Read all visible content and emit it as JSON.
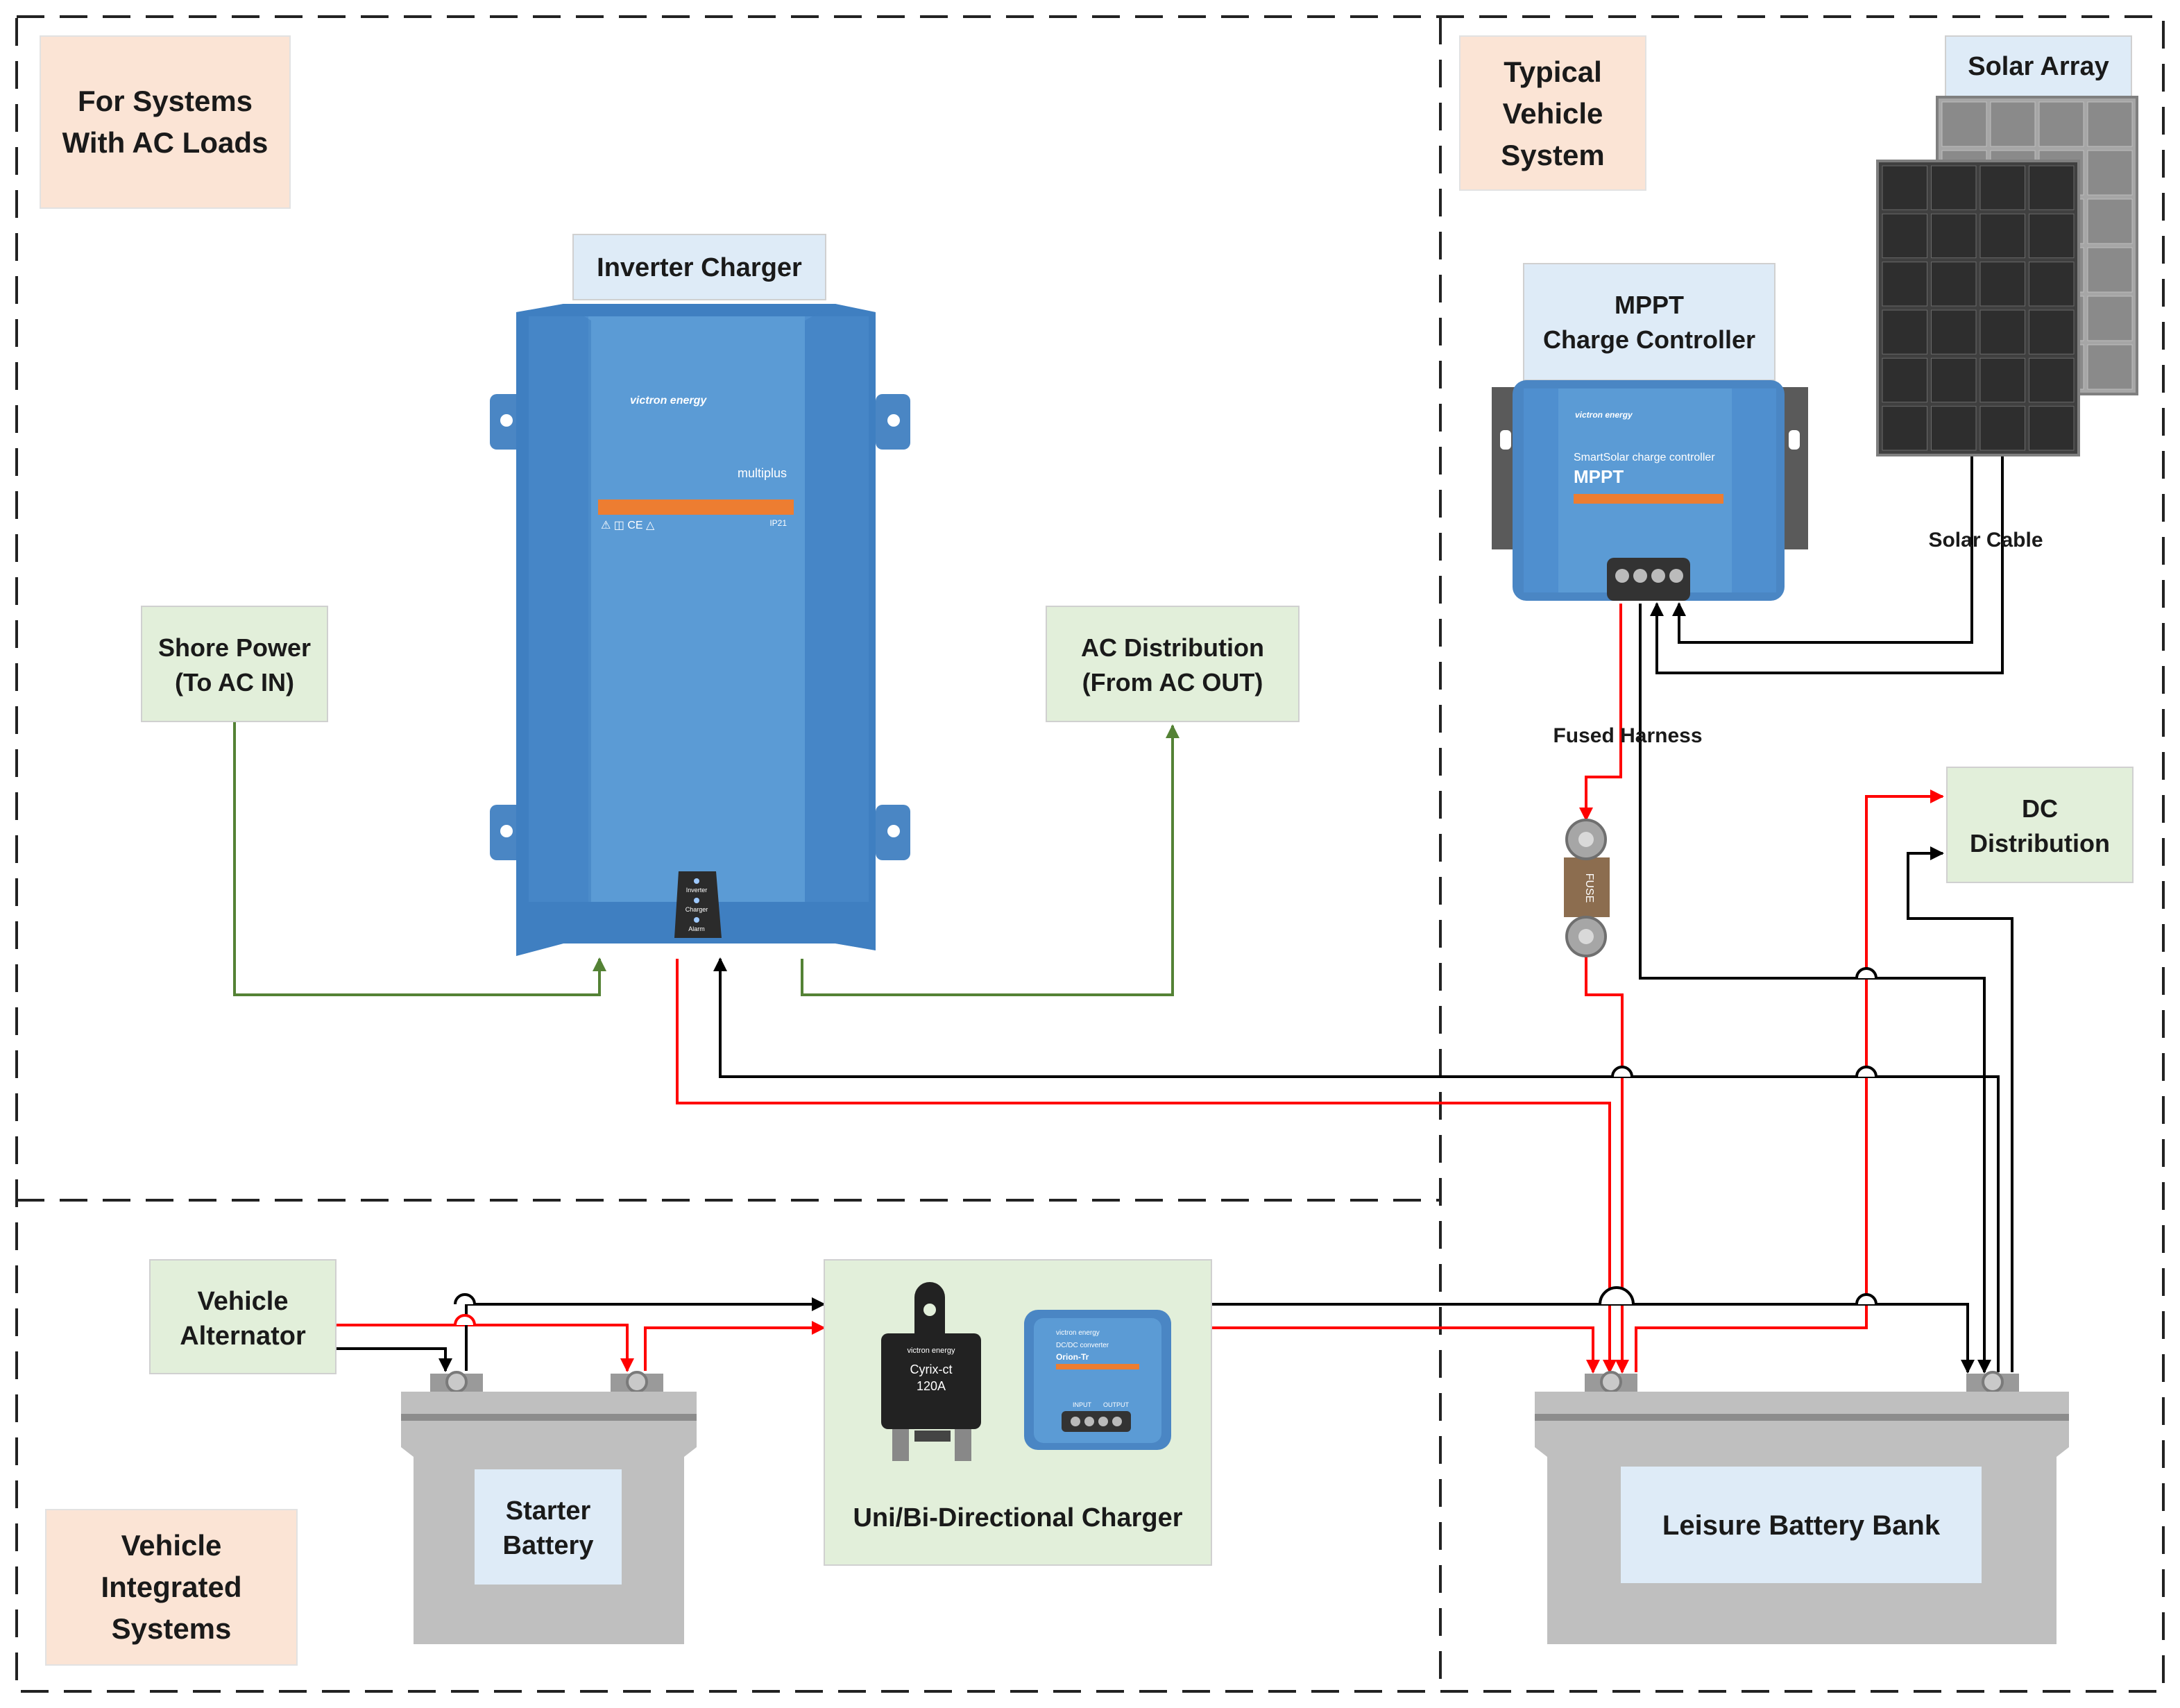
{
  "regions": {
    "ac_loads": {
      "line1": "For Systems",
      "line2": "With AC Loads"
    },
    "typical_vehicle": {
      "line1": "Typical",
      "line2": "Vehicle",
      "line3": "System"
    },
    "vehicle_integrated": {
      "line1": "Vehicle",
      "line2": "Integrated",
      "line3": "Systems"
    }
  },
  "components": {
    "inverter_charger": "Inverter Charger",
    "shore_power": {
      "line1": "Shore Power",
      "line2": "(To AC IN)"
    },
    "ac_distribution": {
      "line1": "AC Distribution",
      "line2": "(From AC OUT)"
    },
    "mppt": {
      "line1": "MPPT",
      "line2": "Charge Controller"
    },
    "solar_array": "Solar Array",
    "solar_cable": "Solar Cable",
    "fused_harness": "Fused Harness",
    "dc_distribution": {
      "line1": "DC",
      "line2": "Distribution"
    },
    "vehicle_alternator": {
      "line1": "Vehicle",
      "line2": "Alternator"
    },
    "starter_battery": {
      "line1": "Starter",
      "line2": "Battery"
    },
    "charger": "Uni/Bi-Directional Charger",
    "leisure_battery": "Leisure Battery Bank"
  },
  "device_text": {
    "multiplus_brand": "victron energy",
    "multiplus_model": "multiplus",
    "multiplus_ip": "IP21",
    "multiplus_leds": [
      "Inverter",
      "Charger",
      "Alarm"
    ],
    "mppt_brand": "victron energy",
    "mppt_line1": "SmartSolar charge controller",
    "mppt_line2": "MPPT",
    "fuse": "FUSE",
    "cyrix_brand": "victron energy",
    "cyrix_line1": "Cyrix-ct",
    "cyrix_line2": "120A",
    "orion_brand": "victron energy",
    "orion_line1": "DC/DC converter",
    "orion_line2": "Orion-Tr",
    "orion_ports": [
      "INPUT",
      "OUTPUT"
    ]
  },
  "colors": {
    "ac_wire": "#548235",
    "positive_wire": "#ff0000",
    "negative_wire": "#000000",
    "region_label_bg": "#fbe4d5",
    "device_label_bg": "#deebf7",
    "load_label_bg": "#e2efda",
    "victron_blue": "#5b9bd5",
    "battery_grey": "#bfbfbf"
  }
}
